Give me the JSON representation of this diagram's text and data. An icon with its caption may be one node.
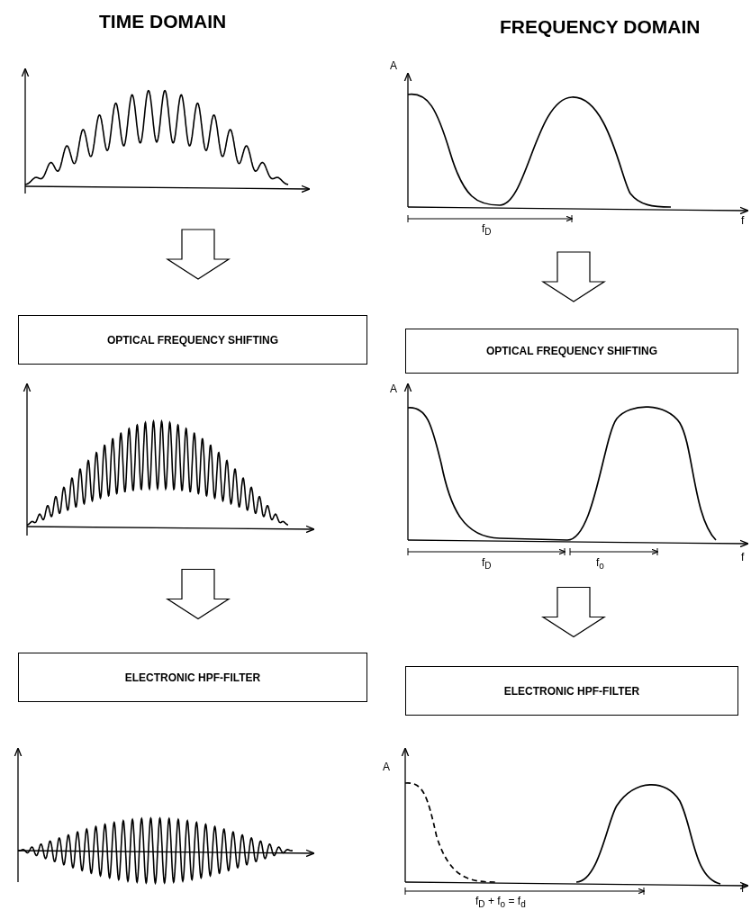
{
  "diagram": {
    "nodes": [
      {
        "text": [],
        "shape": "picture"
      },
      {
        "text": [],
        "shape": "picture"
      },
      {
        "text": [
          "OPTICAL FREQUENCY SHIFTING"
        ]
      },
      {
        "text": [
          "OPTICAL FREQUENCY SHIFTING"
        ]
      },
      {
        "text": [],
        "shape": "picture"
      },
      {
        "text": [],
        "shape": "picture"
      },
      {
        "text": [
          "ELECTRONIC HPF-FILTER"
        ]
      },
      {
        "text": [
          "ELECTRONIC HPF-FILTER"
        ]
      },
      {
        "text": [],
        "shape": "picture"
      },
      {
        "text": [],
        "shape": "picture"
      }
    ],
    "edges": [
      {
        "from": 0,
        "to": 2,
        "arrow": "to"
      },
      {
        "from": 1,
        "to": 3,
        "arrow": "to"
      },
      {
        "from": 4,
        "to": 6,
        "arrow": "to"
      },
      {
        "from": 5,
        "to": 7,
        "arrow": "to"
      }
    ],
    "labels": [
      "TIME DOMAIN",
      "FREQUENCY DOMAIN",
      "A",
      "f$_{D}$",
      "f",
      "A",
      "f$_{D}$",
      "f$_{o}$",
      "f",
      "A",
      "f$_{D}$ + f$_{o}$ = f$_{d}$",
      "f"
    ]
  }
}
